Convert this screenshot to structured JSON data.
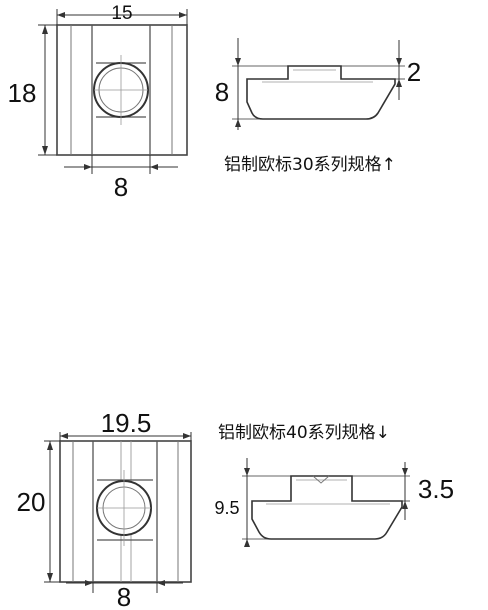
{
  "top_set": {
    "nut_width": "15",
    "nut_height": "18",
    "slot_width": "8",
    "profile_height": "8",
    "lip_height": "2",
    "caption": "铝制欧标30系列规格↑"
  },
  "bottom_set": {
    "nut_width": "19.5",
    "nut_height": "20",
    "slot_width": "8",
    "profile_height": "9.5",
    "lip_height": "3.5",
    "caption": "铝制欧标40系列规格↓"
  }
}
